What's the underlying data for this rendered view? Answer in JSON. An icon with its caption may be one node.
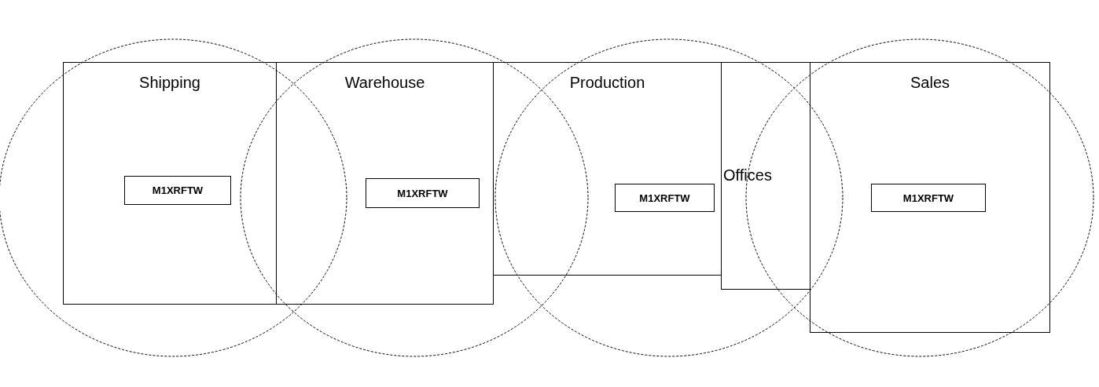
{
  "diagram": {
    "nodes": [
      {
        "text": [
          "Shipping"
        ]
      },
      {
        "text": [
          "M1XRFTW"
        ],
        "in": 0
      },
      {
        "text": [
          "Warehouse"
        ]
      },
      {
        "text": [
          "M1XRFTW"
        ],
        "in": 2
      },
      {
        "text": [
          "Production"
        ]
      },
      {
        "text": [
          "M1XRFTW"
        ],
        "in": 4
      },
      {
        "text": [
          "Offices"
        ]
      },
      {
        "text": [
          "Sales"
        ]
      },
      {
        "text": [
          "M1XRFTW"
        ],
        "in": 7
      }
    ]
  }
}
